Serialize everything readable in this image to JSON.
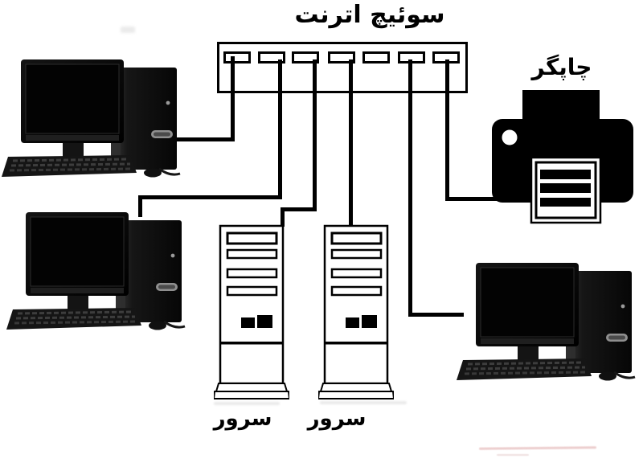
{
  "diagram": {
    "background_color": "#ffffff",
    "line_color": "#000000",
    "switch": {
      "label": "سوئیچ اترنت",
      "port_count": 7,
      "unused_ports": [
        5
      ]
    },
    "printer": {
      "label": "چاپگر"
    },
    "servers": [
      {
        "label": "سرور"
      },
      {
        "label": "سرور"
      }
    ],
    "workstations": [
      {
        "name": "workstation-top-left"
      },
      {
        "name": "workstation-middle-left"
      },
      {
        "name": "workstation-bottom-right"
      }
    ],
    "connections": [
      {
        "from": "switch-port-1",
        "to": "workstation-top-left"
      },
      {
        "from": "switch-port-2",
        "to": "workstation-middle-left"
      },
      {
        "from": "switch-port-3",
        "to": "server-1"
      },
      {
        "from": "switch-port-4",
        "to": "server-2"
      },
      {
        "from": "switch-port-6",
        "to": "workstation-bottom-right"
      },
      {
        "from": "switch-port-7",
        "to": "printer"
      }
    ]
  }
}
